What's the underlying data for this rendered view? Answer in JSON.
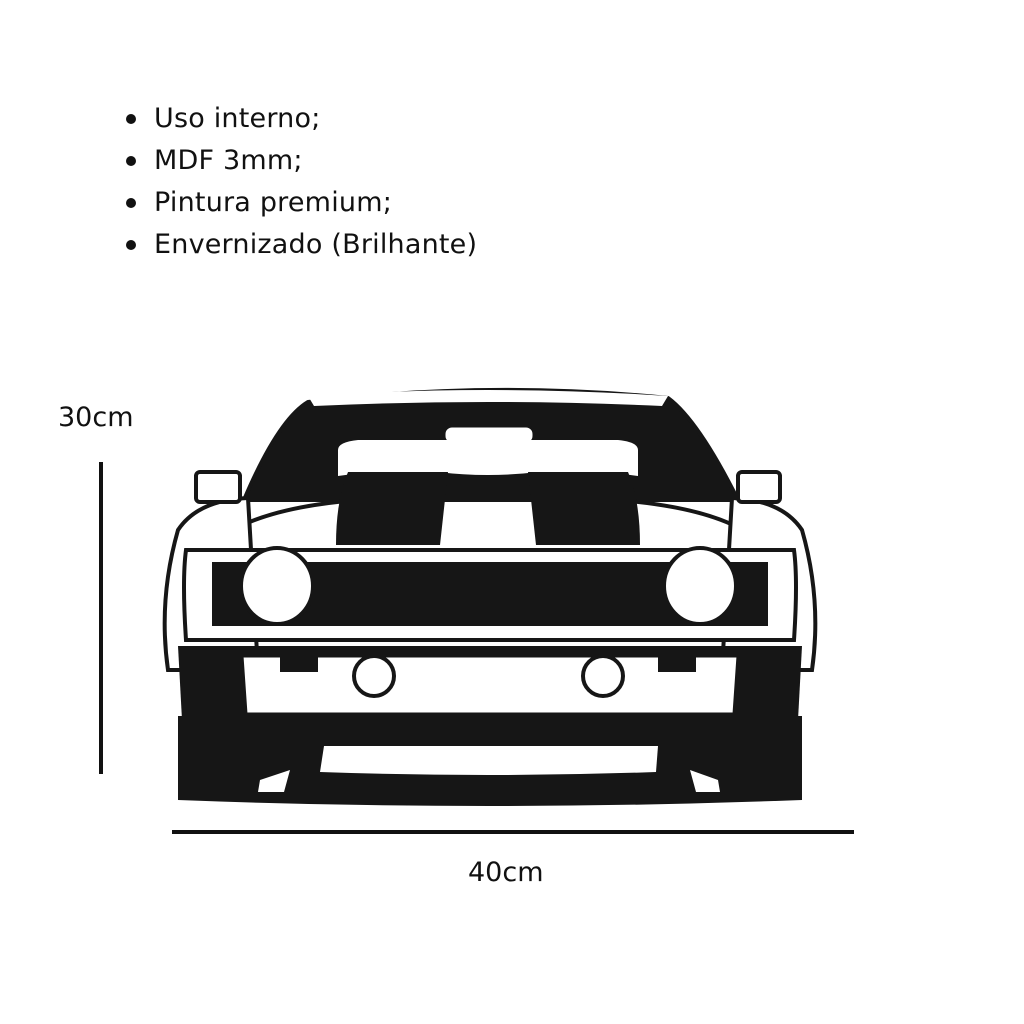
{
  "specs": {
    "items": [
      {
        "label": "Uso interno;"
      },
      {
        "label": "MDF 3mm;"
      },
      {
        "label": "Pintura premium;"
      },
      {
        "label": "Envernizado (Brilhante)"
      }
    ]
  },
  "dimensions": {
    "height_label": "30cm",
    "width_label": "40cm"
  },
  "illustration": {
    "subject": "car-front-silhouette",
    "fill_color": "#161616",
    "background_color": "#ffffff"
  }
}
